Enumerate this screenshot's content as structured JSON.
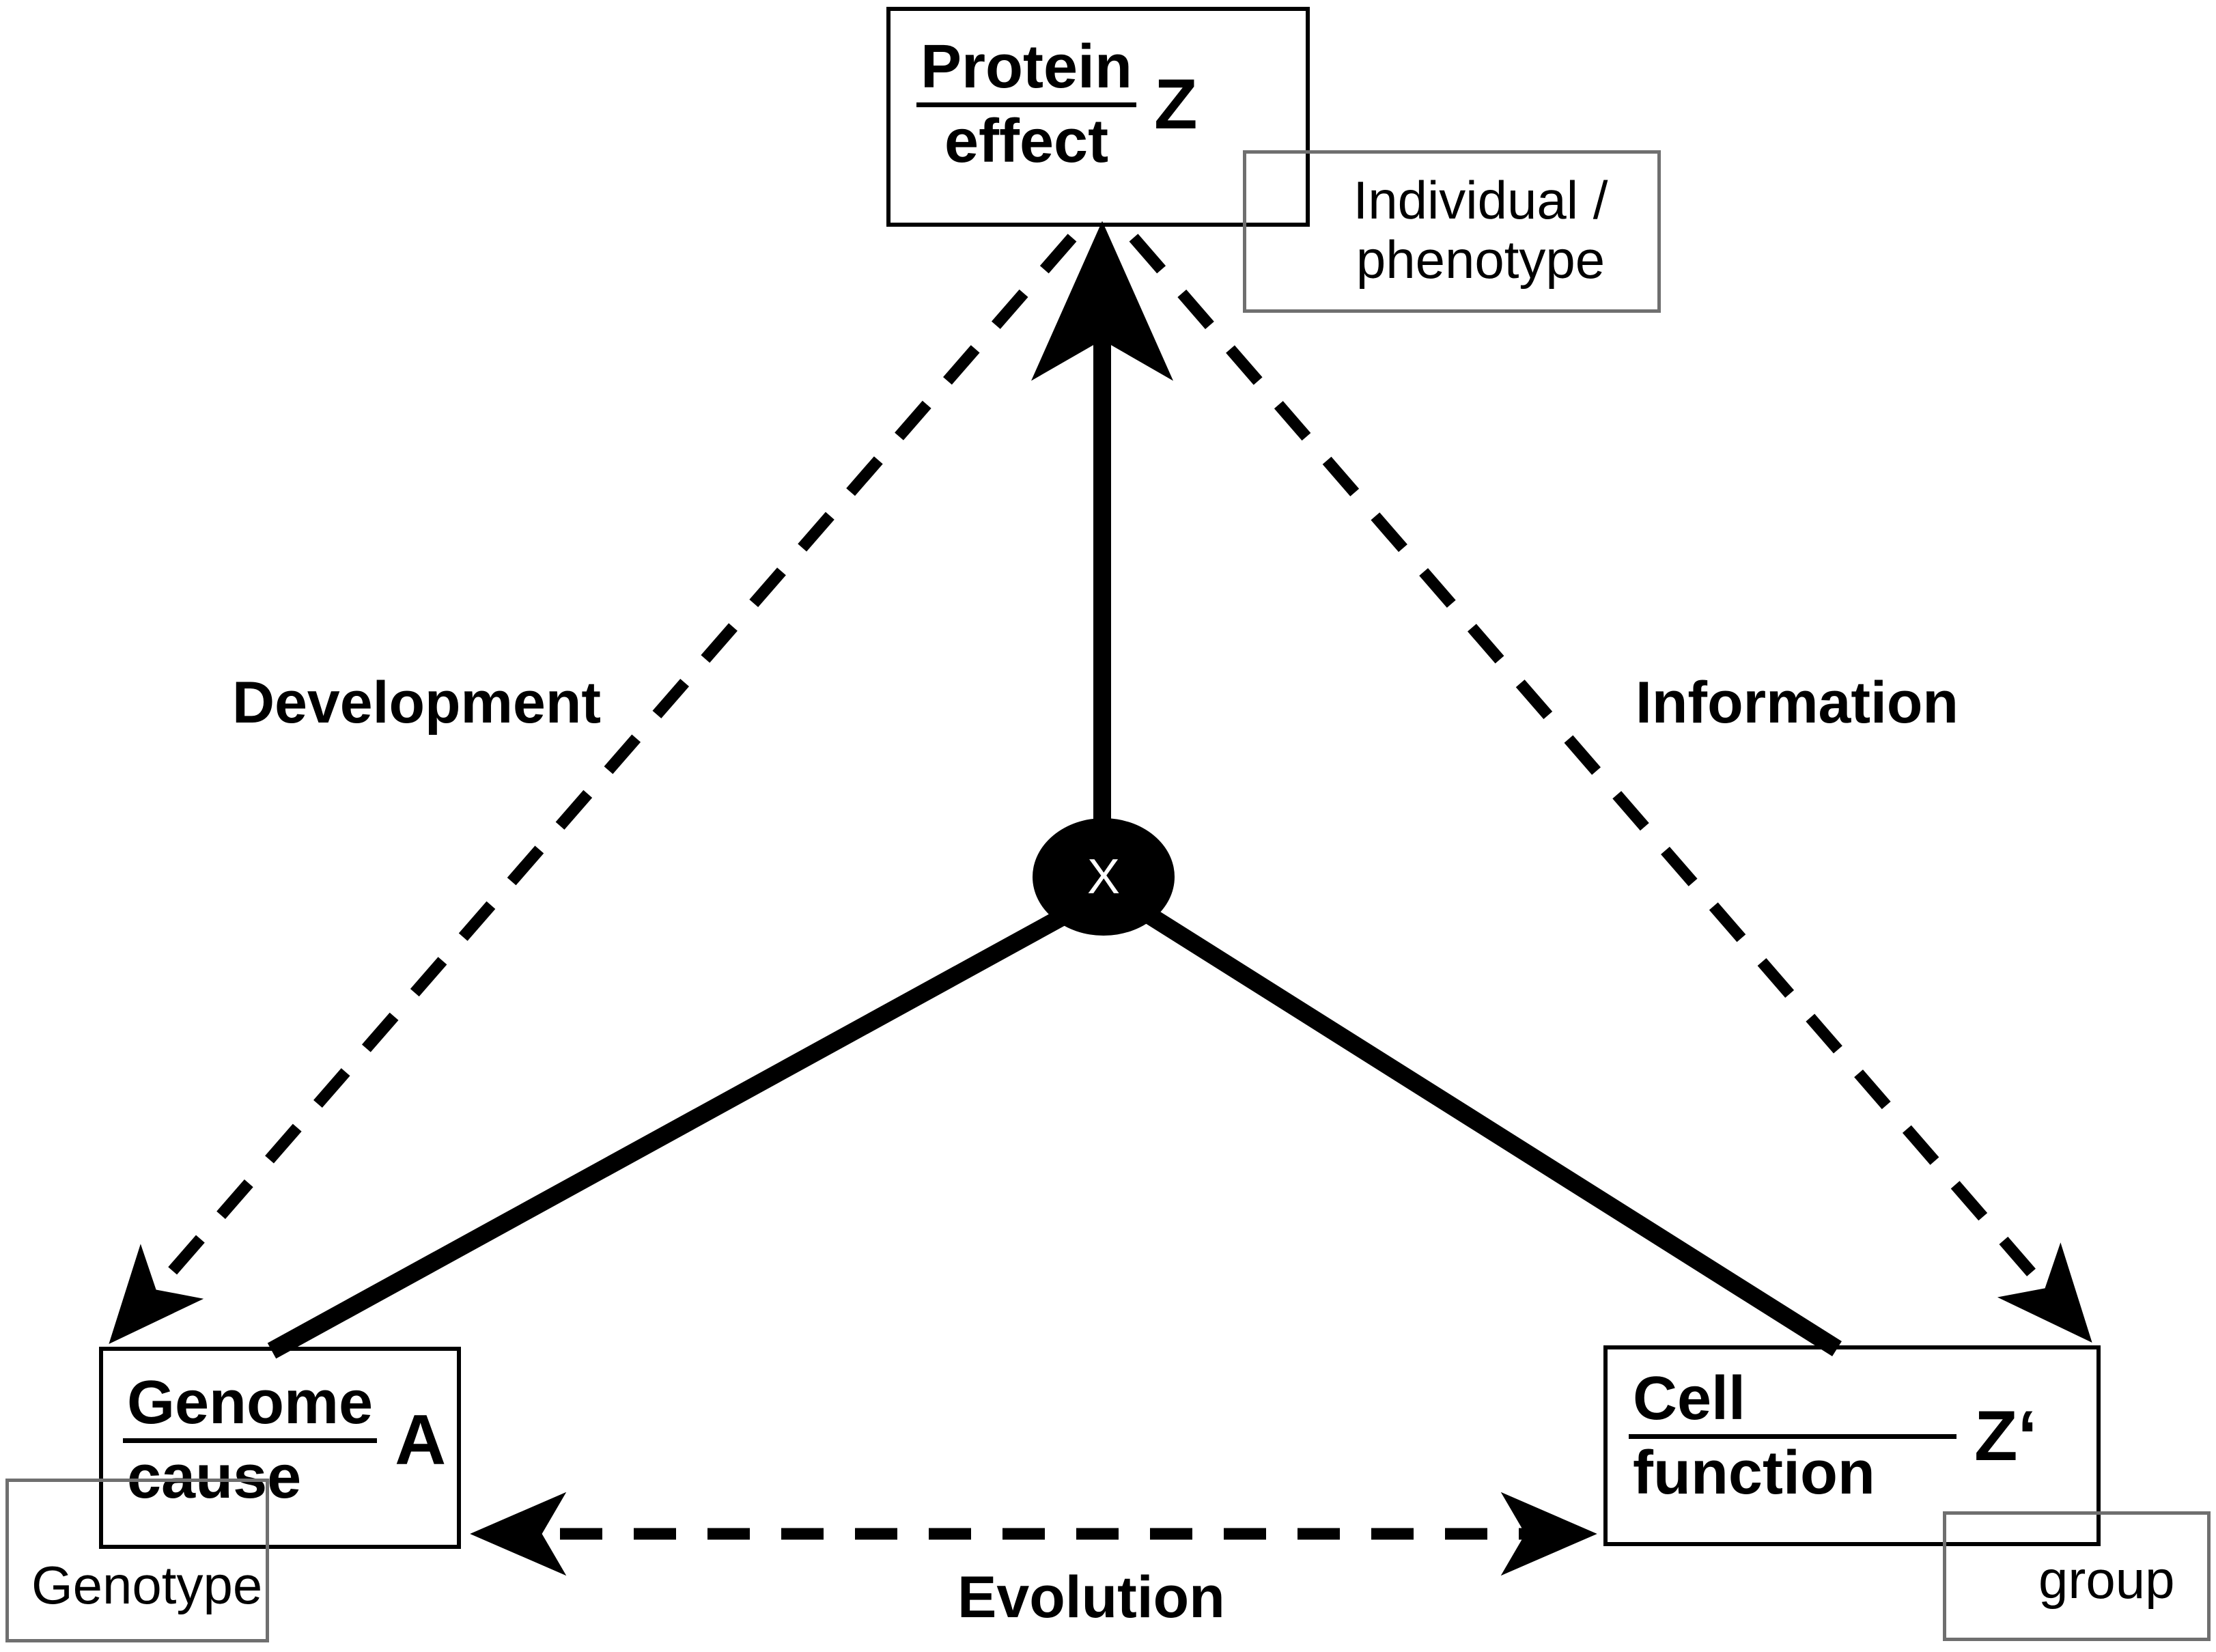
{
  "diagram": {
    "title": "Genome-Protein-Cell relational triangle",
    "background_color": "#ffffff",
    "line_color": "#000000",
    "sub_box_border_color": "#6f6f6f",
    "hub": {
      "label": "X",
      "fill": "#000000",
      "text_color": "#ffffff"
    },
    "nodes": {
      "top": {
        "numerator": "Protein",
        "denominator": "effect",
        "symbol": "Z",
        "sub_label": "Individual /\nphenotype"
      },
      "bottom_left": {
        "numerator": "Genome",
        "denominator": "cause",
        "symbol": "A",
        "sub_label": "Genotype"
      },
      "bottom_right": {
        "numerator": "Cell",
        "denominator": "function",
        "symbol": "Z‘",
        "sub_label": "group"
      }
    },
    "edges": {
      "left": {
        "label": "Development",
        "style": "dashed",
        "arrow": "single"
      },
      "right": {
        "label": "Information",
        "style": "dashed",
        "arrow": "single"
      },
      "bottom": {
        "label": "Evolution",
        "style": "dashed",
        "arrow": "double"
      },
      "hub_to_top": {
        "label": "",
        "style": "solid",
        "arrow": "single"
      },
      "hub_to_bottom_left": {
        "label": "",
        "style": "solid",
        "arrow": "none"
      },
      "hub_to_bottom_right": {
        "label": "",
        "style": "solid",
        "arrow": "none"
      }
    }
  }
}
